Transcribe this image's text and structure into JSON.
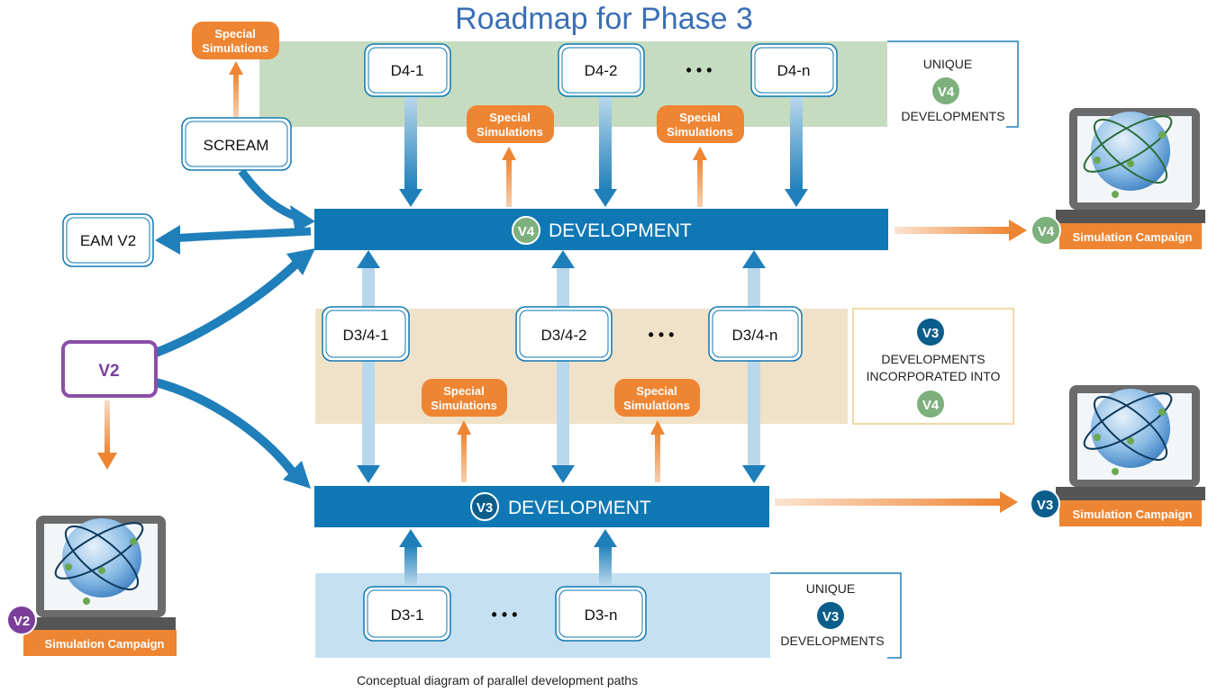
{
  "title": "Roadmap for Phase 3",
  "caption": "Conceptual diagram of parallel development paths",
  "colors": {
    "blue": "#0f78b4",
    "orange": "#ee8533",
    "purple": "#8a4fa8",
    "green_badge": "#7db07c",
    "navy_badge": "#0b5e8c",
    "green_band": "#c6dcc0",
    "tan_band": "#f0e2c8",
    "light_blue_band": "#c5e0f1"
  },
  "boxes": {
    "d4_1": "D4-1",
    "d4_2": "D4-2",
    "d4_n": "D4-n",
    "scream": "SCREAM",
    "eam_v2": "EAM V2",
    "v2": "V2",
    "d34_1": "D3/4-1",
    "d34_2": "D3/4-2",
    "d34_n": "D3/4-n",
    "d3_1": "D3-1",
    "d3_n": "D3-n",
    "ellipsis": "• • •"
  },
  "special": {
    "line1": "Special",
    "line2": "Simulations"
  },
  "bars": {
    "v4_badge": "V4",
    "v4_label": "DEVELOPMENT",
    "v3_badge": "V3",
    "v3_label": "DEVELOPMENT"
  },
  "side_notes": {
    "unique": "UNIQUE",
    "developments": "DEVELOPMENTS",
    "v4": "V4",
    "v3": "V3",
    "incorporated_line1": "DEVELOPMENTS",
    "incorporated_line2": "INCORPORATED INTO"
  },
  "campaigns": {
    "label": "Simulation Campaign",
    "v4": "V4",
    "v3": "V3",
    "v2": "V2"
  }
}
